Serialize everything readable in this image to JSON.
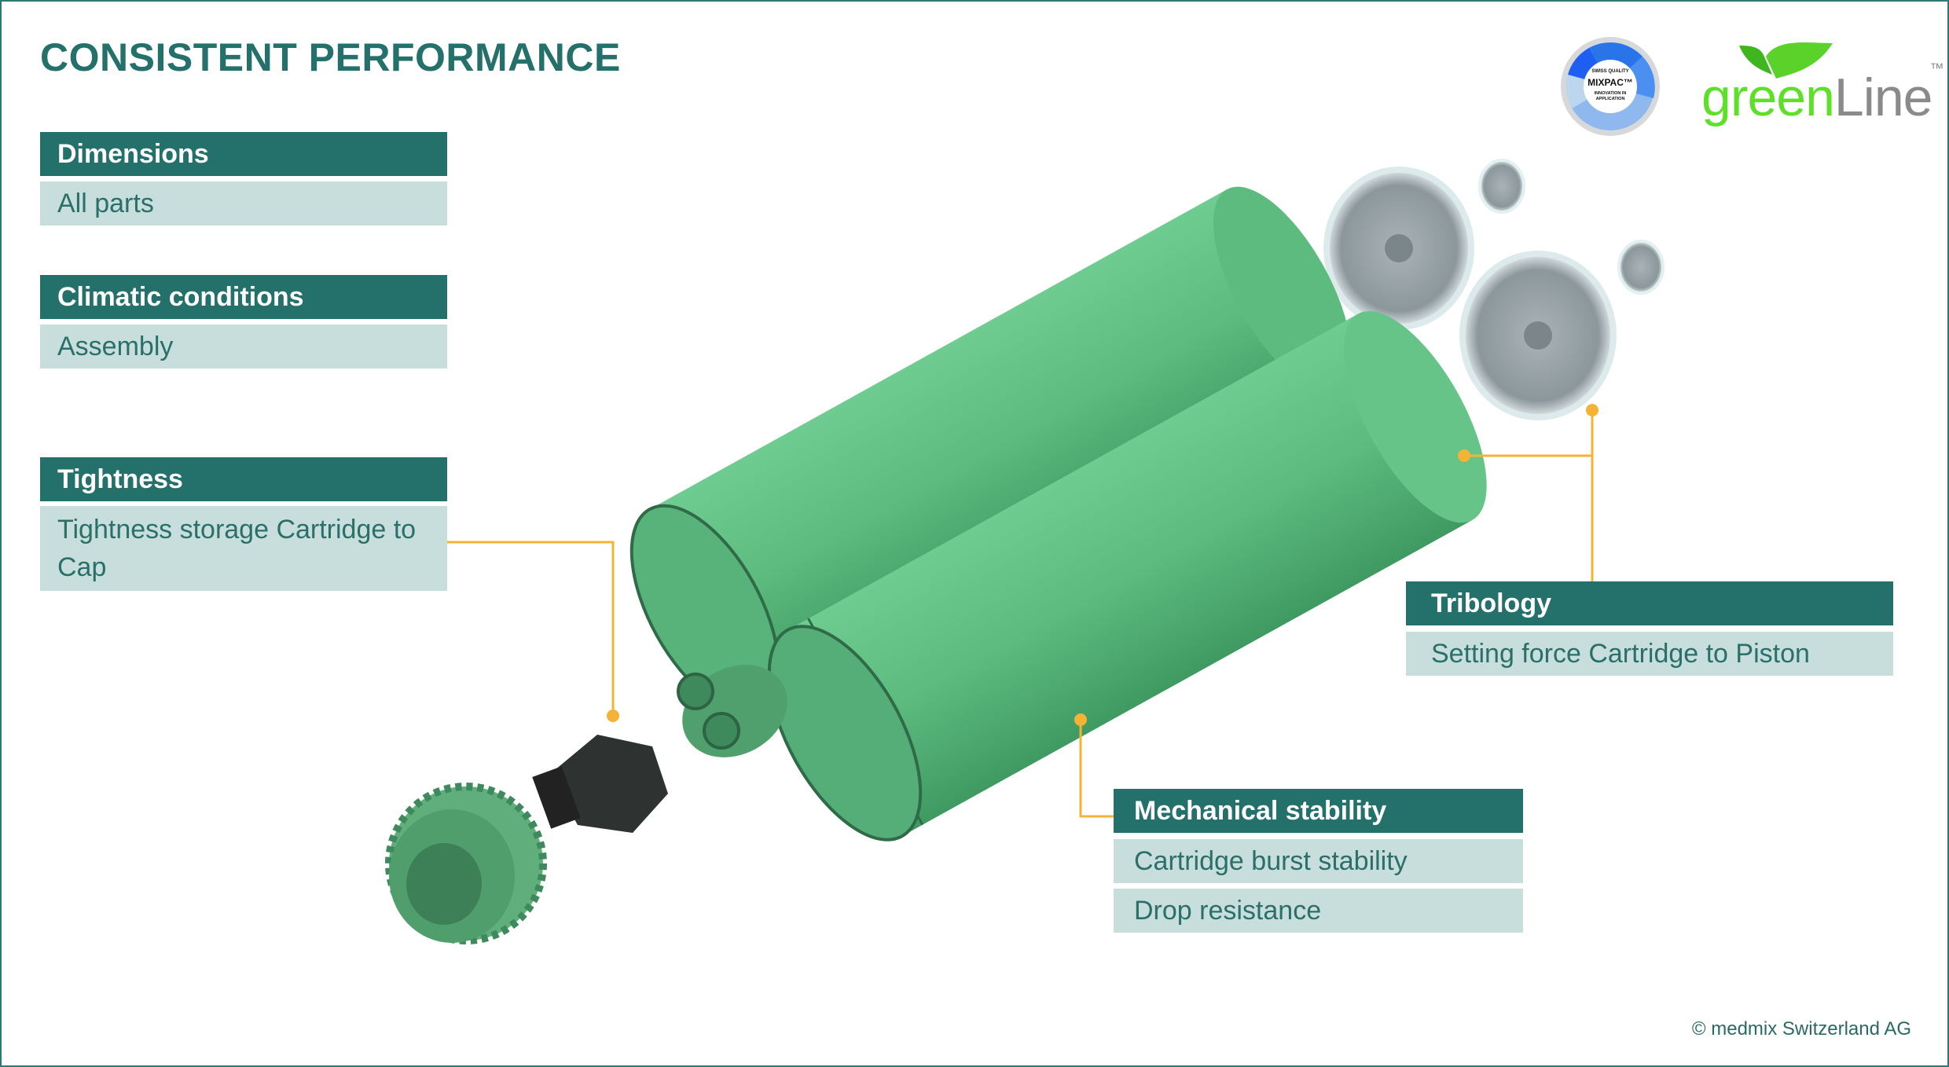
{
  "title": "CONSISTENT PERFORMANCE",
  "categories": [
    {
      "header": "Dimensions",
      "items": [
        "All parts"
      ]
    },
    {
      "header": "Climatic conditions",
      "items": [
        "Assembly"
      ]
    },
    {
      "header": "Tightness",
      "items": [
        "Tightness storage Cartridge to Cap"
      ]
    },
    {
      "header": "Tribology",
      "items": [
        "Setting force Cartridge to Piston"
      ]
    },
    {
      "header": "Mechanical stability",
      "items": [
        "Cartridge burst stability",
        "Drop resistance"
      ]
    }
  ],
  "logos": {
    "mixpac": {
      "line1": "SWISS QUALITY",
      "brand": "MIXPAC™",
      "line2": "INNOVATION IN",
      "line3": "APPLICATION"
    },
    "greenline": {
      "green": "green",
      "grey": "Line",
      "tm": "™"
    }
  },
  "copyright": "© medmix Switzerland AG",
  "colors": {
    "accent": "#24706a",
    "body_bg": "#c8dedd",
    "callout": "#f5b335",
    "product": "#5dbb7f"
  }
}
